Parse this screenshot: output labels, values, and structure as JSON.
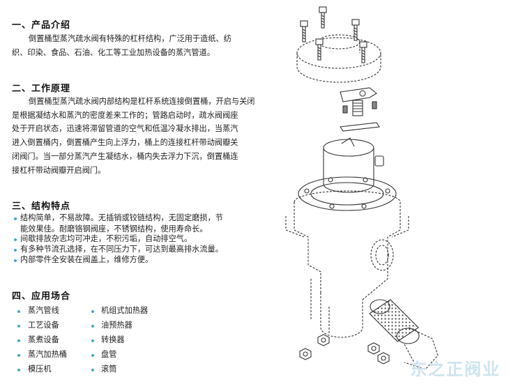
{
  "sections": {
    "intro": {
      "heading": "一、产品介绍",
      "lines": [
        "倒置桶型蒸汽疏水阀有特殊的杠杆结构，广泛用于造纸、纺",
        "织、印染、食品、石油、化工等工业加热设备的蒸汽管道。"
      ]
    },
    "principle": {
      "heading": "二、工作原理",
      "lines": [
        "倒置桶型蒸汽疏水阀内部结构是杠杆系统连接倒置桶，开启与关闭",
        "是根据凝结水和蒸汽的密度差来工作的；管路启动时，疏水阀阀座",
        "处于开启状态，迅速将滞留管道的空气和低温冷凝水排出，当蒸汽",
        "进入倒置桶内，倒置桶产生向上浮力，桶上的连接杠杆带动阀瓣关",
        "闭阀门。当一部分蒸汽产生凝结水，桶内失去浮力下沉，倒置桶连",
        "接杠杆带动阀瓣开启阀门。"
      ]
    },
    "features": {
      "heading": "三、结构特点",
      "items": [
        "结构简单，不易故障。无插销或铰链结构，无固定磨损，节",
        "能效果佳。耐磨铬钢阀座，不锈钢结构，使用寿命长。",
        "间歇排放杂志均可冲走，不积污垢，自动排空气。",
        "有多种节流孔选择，在不同压力下，可达到最高排水流量。",
        "内部零件全安装在阀盖上，维修方便。"
      ]
    },
    "applications": {
      "heading": "四、应用场合",
      "left": [
        "蒸汽管线",
        "工艺设备",
        "蒸煮设备",
        "蒸汽加热桶",
        "模压机"
      ],
      "right": [
        "机组式加热器",
        "油预热器",
        "转换器",
        "盘管",
        "滚筒"
      ]
    }
  },
  "watermark": "东之正阀业",
  "colors": {
    "bullet": "#3fa7d6",
    "watermark": "#cfe3ef",
    "line": "#333333"
  }
}
